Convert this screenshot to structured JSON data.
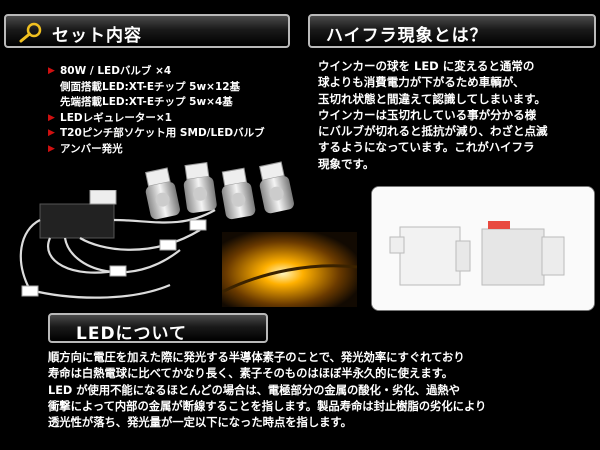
{
  "set_header": {
    "title": "セット内容"
  },
  "set_list": [
    {
      "text": "80W / LEDバルブ ×4",
      "bullet": true
    },
    {
      "text": "側面搭載LED:XT-Eチップ 5w×12基",
      "bullet": false
    },
    {
      "text": "先端搭載LED:XT-Eチップ 5w×4基",
      "bullet": false
    },
    {
      "text": "LEDレギュレーター×1",
      "bullet": true
    },
    {
      "text": "T20ピンチ部ソケット用 SMD/LEDバルブ",
      "bullet": true
    },
    {
      "text": "アンバー発光",
      "bullet": true
    }
  ],
  "hyper_header": {
    "title": "ハイフラ現象とは？"
  },
  "hyper_lines": [
    "ウインカーの球を LED に変えると通常の",
    "球よりも消費電力が下がるため車輌が、",
    "玉切れ状態と間違えて認識してしまいます。",
    "ウインカーは玉切れしている事が分かる様",
    "にバルブが切れると抵抗が減り、わざと点滅",
    "するようになっています。これがハイフラ",
    "現象です。"
  ],
  "led_header": {
    "title": "LEDについて"
  },
  "led_lines": [
    "順方向に電圧を加えた際に発光する半導体素子のことで、発光効率にすぐれており",
    "寿命は白熱電球に比べてかなり長く、素子そのものはほぼ半永久的に使えます。",
    "LED が使用不能になるほとんどの場合は、電極部分の金属の酸化・劣化、過熱や",
    "衝撃によって内部の金属が断線することを指します。製品寿命は封止樹脂の劣化により",
    "透光性が落ち、発光量が一定以下になった時点を指します。"
  ],
  "colors": {
    "bullet": "#d01010",
    "header_border": "#b9b9b9",
    "amber": "#ffb000"
  }
}
